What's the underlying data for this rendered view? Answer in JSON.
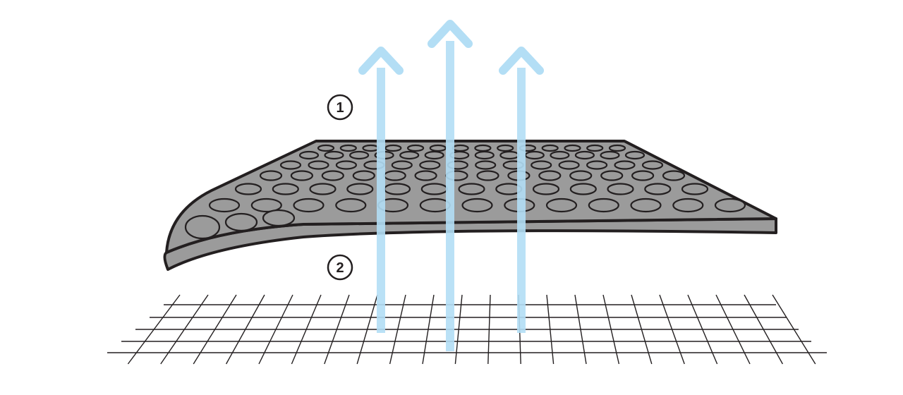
{
  "diagram": {
    "colors": {
      "mat_fill": "#9b9b9b",
      "mat_edge": "#231f20",
      "arrow": "#b3def5",
      "grid": "#231f20",
      "background": "#ffffff"
    },
    "markers": [
      {
        "id": "1",
        "label": "1"
      },
      {
        "id": "2",
        "label": "2"
      }
    ],
    "arrow_count": 3
  }
}
